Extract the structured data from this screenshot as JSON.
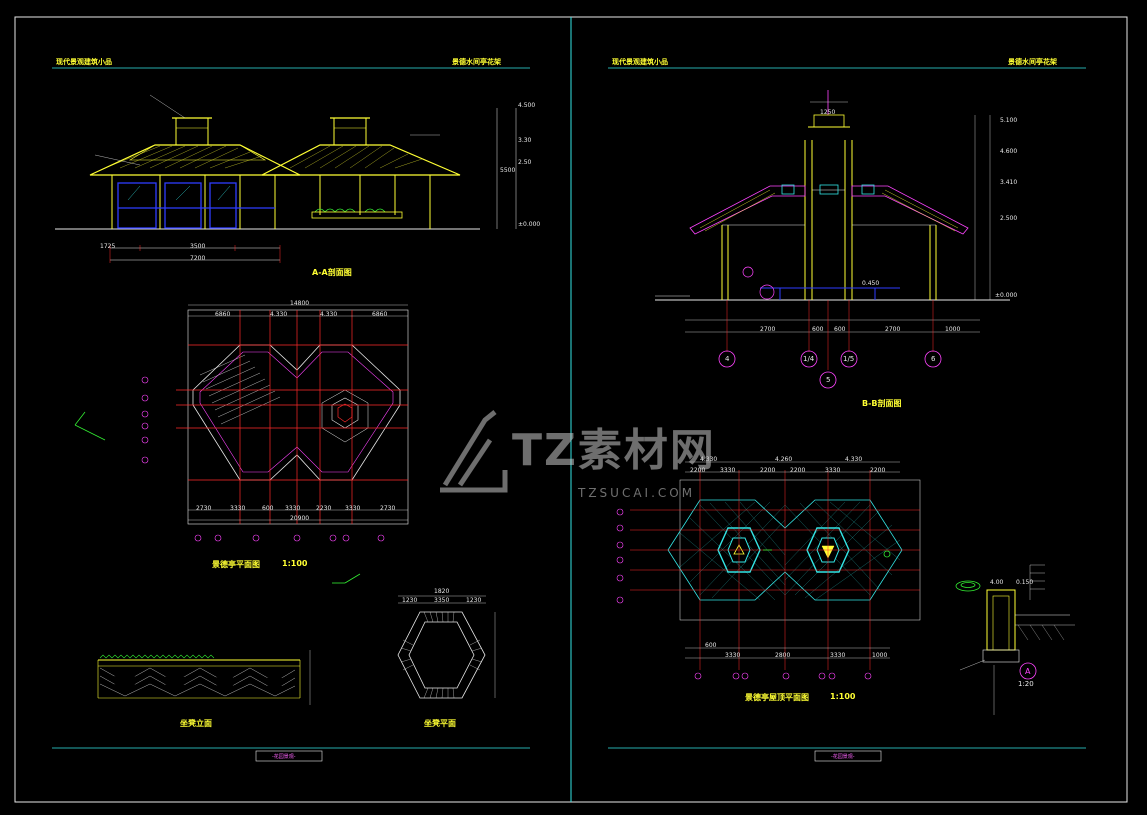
{
  "sheet_left": {
    "header_left": "现代景观建筑小品",
    "header_right": "景德水间亭花架",
    "caption_section": "A-A剖面图",
    "caption_plan": "景德亭平面图",
    "caption_plan_scale": "1:100",
    "caption_elev": "坐凳立面",
    "caption_bench": "坐凳平面",
    "footer_stamp": "-花园景观-",
    "dims_section": [
      "1725",
      "3500",
      "7200",
      "5500",
      "2.50",
      "3.30",
      "4.500",
      "±0.000"
    ],
    "dims_plan_top": [
      "14800",
      "6860",
      "4.330",
      "4.330",
      "6860"
    ],
    "dims_plan_bottom": [
      "2730",
      "3330",
      "600",
      "3330",
      "2230",
      "3330",
      "2730",
      "20900"
    ],
    "dims_bench": [
      "1820",
      "1230",
      "3350",
      "1230"
    ]
  },
  "sheet_right": {
    "header_left": "现代景观建筑小品",
    "header_right": "景德水间亭花架",
    "caption_section": "B-B剖面图",
    "caption_plan": "景德亭屋顶平面图",
    "caption_plan_scale": "1:100",
    "detail_label": "A",
    "detail_scale": "1:20",
    "footer_stamp": "-花园景观-",
    "axis_labels": [
      "4",
      "1/4",
      "5",
      "1/5",
      "6"
    ],
    "dims_section": [
      "1250",
      "2700",
      "600",
      "600",
      "2700",
      "1000",
      "5.100",
      "4.600",
      "3.410",
      "2.500",
      "±0.000",
      "0.450"
    ],
    "dims_roof_top": [
      "4.330",
      "4.260",
      "4.330",
      "2200",
      "3330",
      "2200",
      "2200",
      "3330",
      "2200"
    ],
    "dims_roof_bottom": [
      "600",
      "3330",
      "2800",
      "3330",
      "1000"
    ],
    "detail_dims": [
      "4.00",
      "0.150"
    ]
  },
  "watermark": {
    "main": "TZ素材网",
    "sub": "TZSUCAI.COM"
  },
  "colors": {
    "background": "#000000",
    "frame": "#e8e8e8",
    "yellow": "#ffff33",
    "cyan": "#33e6e6",
    "red": "#ff2a2a",
    "blue": "#2e3cff",
    "magenta": "#ff44ff",
    "green": "#33ee33"
  }
}
